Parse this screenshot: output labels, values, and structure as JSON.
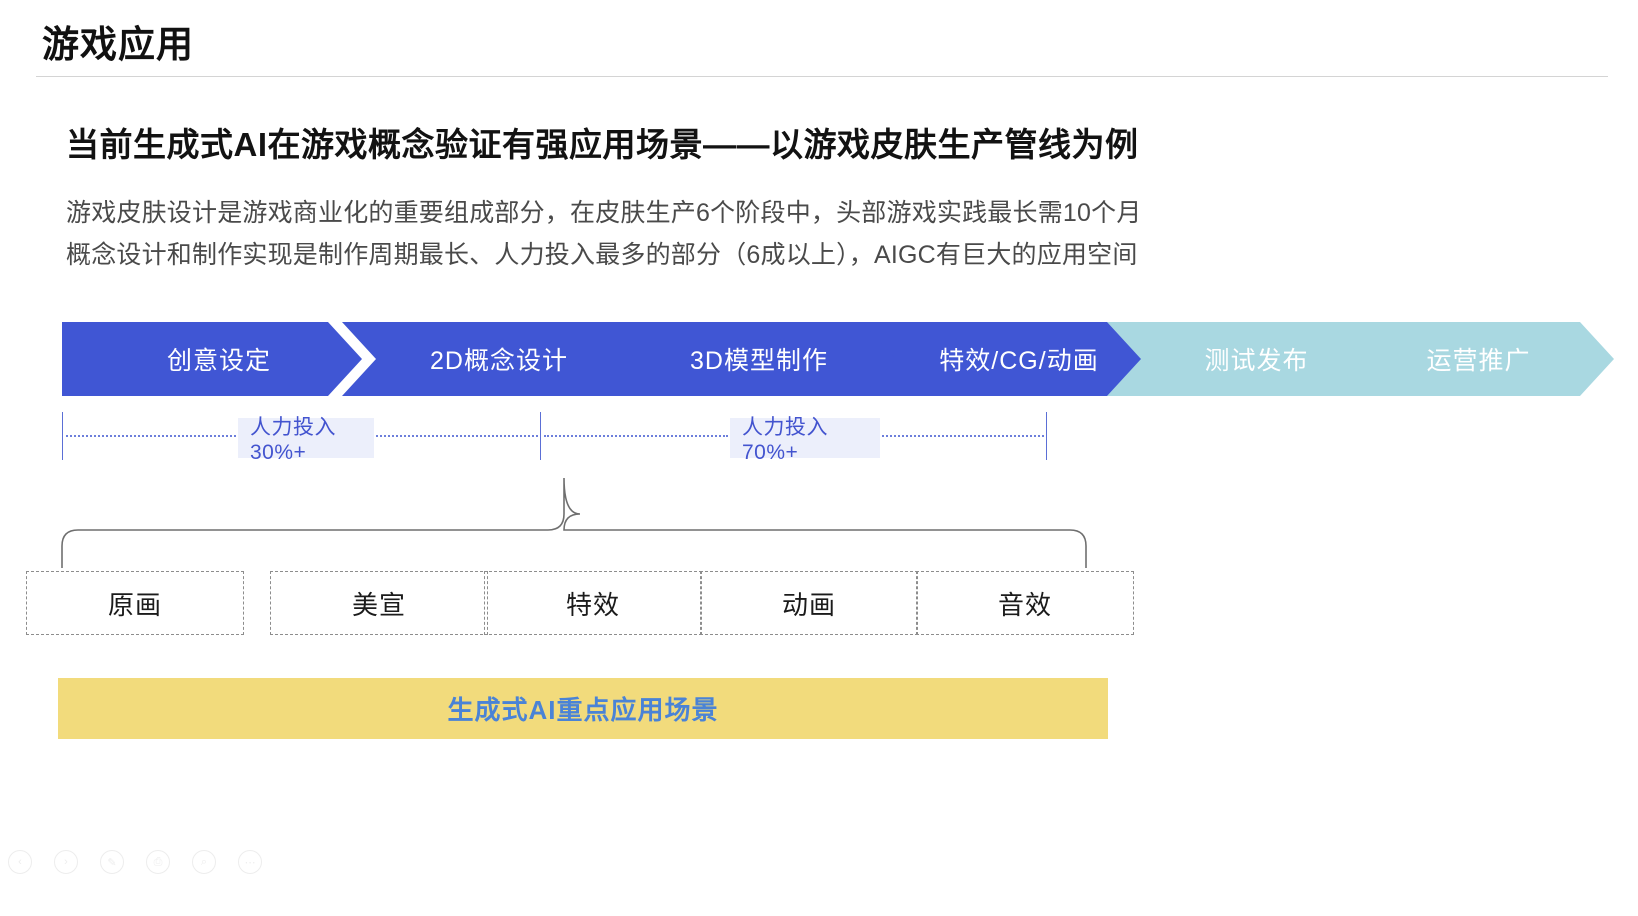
{
  "header": {
    "page_title": "游戏应用"
  },
  "headline": "当前生成式AI在游戏概念验证有强应用场景——以游戏皮肤生产管线为例",
  "body": {
    "line1": "游戏皮肤设计是游戏商业化的重要组成部分，在皮肤生产6个阶段中，头部游戏实践最长需10个月",
    "line2": "概念设计和制作实现是制作周期最长、人力投入最多的部分（6成以上），AIGC有巨大的应用空间"
  },
  "pipeline": {
    "active_color": "#4056d4",
    "inactive_color": "#a9d8e1",
    "stages": [
      {
        "label": "创意设定",
        "state": "active"
      },
      {
        "label": "2D概念设计",
        "state": "active"
      },
      {
        "label": "3D模型制作",
        "state": "active"
      },
      {
        "label": "特效/CG/动画",
        "state": "active"
      },
      {
        "label": "测试发布",
        "state": "inactive"
      },
      {
        "label": "运营推广",
        "state": "inactive"
      }
    ]
  },
  "effort": {
    "accent_color": "#4354cf",
    "label_bg": "#eceffb",
    "segments": [
      {
        "label": "人力投入30%+",
        "value": 30
      },
      {
        "label": "人力投入70%+",
        "value": 70
      }
    ]
  },
  "categories": [
    {
      "label": "原画"
    },
    {
      "label": "美宣"
    },
    {
      "label": "特效"
    },
    {
      "label": "动画"
    },
    {
      "label": "音效"
    }
  ],
  "banner": {
    "text": "生成式AI重点应用场景",
    "background": "#f2db7c",
    "text_color": "#4a83d6"
  },
  "toolbar": {
    "buttons": [
      {
        "name": "prev-slide",
        "glyph": "‹"
      },
      {
        "name": "next-slide",
        "glyph": "›"
      },
      {
        "name": "pen-annotate",
        "glyph": "✎"
      },
      {
        "name": "save-slide",
        "glyph": "⎙"
      },
      {
        "name": "zoom-search",
        "glyph": "⌕"
      },
      {
        "name": "more-options",
        "glyph": "⋯"
      }
    ]
  }
}
